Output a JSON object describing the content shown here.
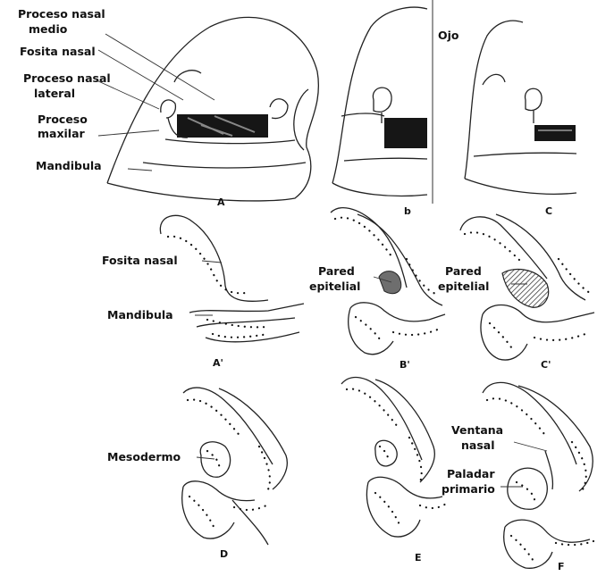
{
  "labels": {
    "a_medial": "Proceso nasal\nmedio",
    "a_pit": "Fosita nasal",
    "a_lateral": "Proceso nasal\nlateral",
    "a_maxillary": "Proceso\nmaxilar",
    "a_mandible": "Mandibula",
    "b_eye": "Ojo",
    "ap_pit": "Fosita nasal",
    "ap_mandible": "Mandibula",
    "bp_wall": "Pared\nepitelial",
    "cp_wall": "Pared\nepitelial",
    "d_meso": "Mesodermo",
    "f_window": "Ventana\nnasal",
    "f_palate": "Paladar\nprimario"
  },
  "panels": {
    "A": "A",
    "B": "b",
    "C": "C",
    "Ap": "A'",
    "Bp": "B'",
    "Cp": "C'",
    "D": "D",
    "E": "E",
    "F": "F"
  }
}
